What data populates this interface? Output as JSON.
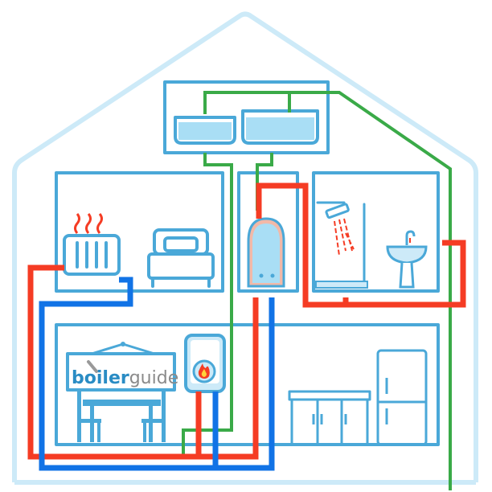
{
  "logo": {
    "part1": "boiler",
    "part2": "guide"
  },
  "colors": {
    "outline": "#4aa8d8",
    "house": "#cdeaf8",
    "hot_pipe": "#f53c24",
    "cold_pipe": "#1173e6",
    "feed_pipe": "#3aaa48",
    "water": "#a9def5",
    "logo_grey": "#8a8a8a"
  },
  "icons": [
    "house-outline",
    "cold-water-tanks",
    "radiator-icon",
    "bed-icon",
    "hot-water-cylinder-icon",
    "shower-icon",
    "sink-icon",
    "boiler-icon",
    "flame-icon",
    "dining-table-icon",
    "kitchen-cupboards-icon",
    "fridge-icon"
  ]
}
